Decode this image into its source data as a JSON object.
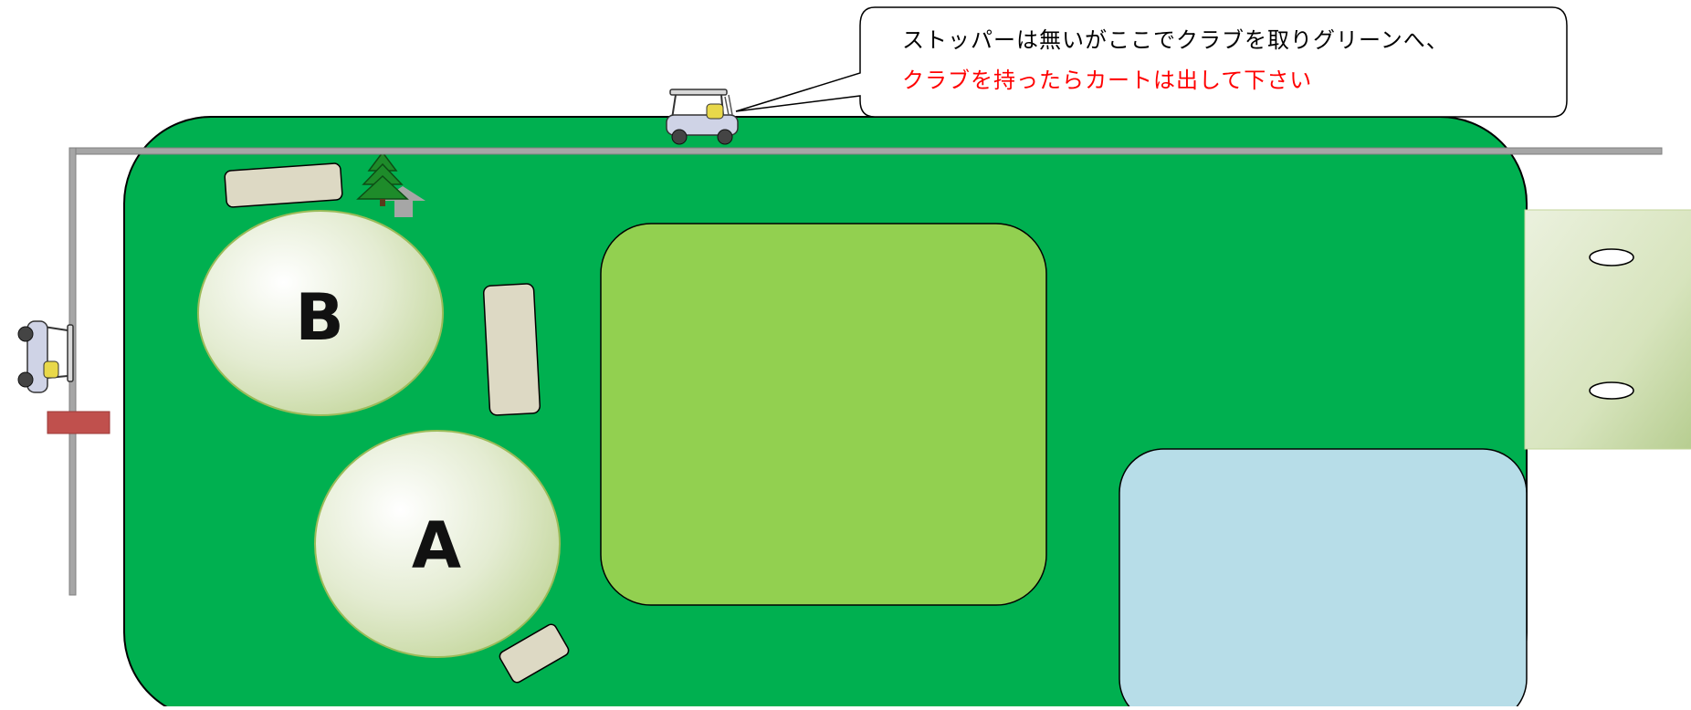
{
  "callout": {
    "line1": "ストッパーは無いがここでクラブを取りグリーンへ、",
    "line2": "クラブを持ったらカートは出して下さい",
    "line2_color": "#ff0000"
  },
  "greens": {
    "a_label": "A",
    "b_label": "B"
  },
  "colors": {
    "fairway": "#00b050",
    "green_area": "#92d050",
    "water": "#b7dde8",
    "bunker": "#ddd9c4",
    "cart_path": "#a6a6a6",
    "stopper": "#c0504d"
  },
  "icons": [
    "golf-cart-icon",
    "tree-icon",
    "arrow-icon",
    "tee-marker-icon"
  ]
}
